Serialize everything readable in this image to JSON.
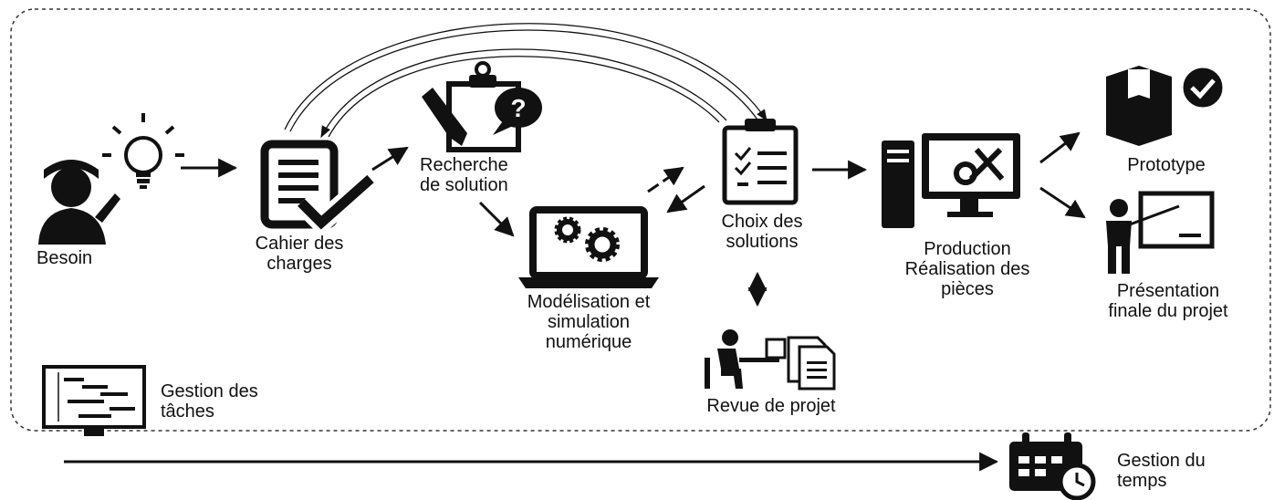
{
  "nodes": {
    "besoin": "Besoin",
    "cahier": [
      "Cahier des",
      "charges"
    ],
    "recherche": [
      "Recherche",
      "de solution"
    ],
    "modelisation": [
      "Modélisation et",
      "simulation",
      "numérique"
    ],
    "choix": [
      "Choix des",
      "solutions"
    ],
    "revue": "Revue de projet",
    "production": [
      "Production",
      "Réalisation des",
      "pièces"
    ],
    "prototype": "Prototype",
    "presentation": [
      "Présentation",
      "finale du projet"
    ],
    "gestion_taches": [
      "Gestion des",
      "tâches"
    ],
    "gestion_temps": [
      "Gestion du",
      "temps"
    ]
  },
  "colors": {
    "ink": "#111111",
    "background": "#ffffff"
  }
}
